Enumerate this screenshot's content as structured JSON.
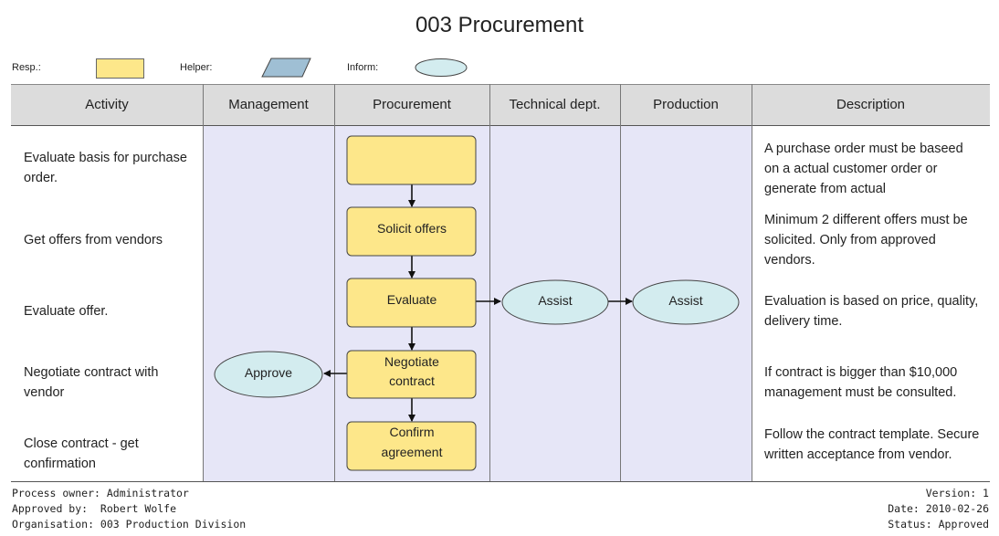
{
  "title": "003 Procurement",
  "legend": {
    "resp_label": "Resp.:",
    "helper_label": "Helper:",
    "inform_label": "Inform:"
  },
  "columns": [
    "Activity",
    "Management",
    "Procurement",
    "Technical dept.",
    "Production",
    "Description"
  ],
  "activities": [
    "Evaluate basis for purchase order.",
    "Get offers from vendors",
    "Evaluate offer.",
    "Negotiate contract with vendor",
    "Close contract - get confirmation"
  ],
  "descriptions": [
    "A purchase order must be baseed on a actual customer order or generate from actual",
    "Minimum 2 different offers must be solicited. Only from approved vendors.",
    "Evaluation is based on price, quality, delivery time.",
    "If contract is bigger than $10,000 management must be consulted.",
    "Follow the contract template. Secure written acceptance from vendor."
  ],
  "steps": {
    "step1": "",
    "step2": "Solicit offers",
    "step3": "Evaluate",
    "step4_line1": "Negotiate",
    "step4_line2": "contract",
    "step5_line1": "Confirm",
    "step5_line2": "agreement",
    "assist_tech": "Assist",
    "assist_prod": "Assist",
    "approve": "Approve"
  },
  "footer": {
    "process_owner": "Process owner: Administrator",
    "approved_by": "Approved by:  Robert Wolfe",
    "organisation": "Organisation: 003 Production Division",
    "version": "Version: 1",
    "date": "Date: 2010-02-26",
    "status": "Status: Approved"
  },
  "colors": {
    "resp_fill": "#fde78a",
    "helper_fill": "#9fbfd4",
    "inform_fill": "#d3ecef",
    "lane_fill": "#e6e6f7",
    "header_fill": "#dcdcdc"
  }
}
